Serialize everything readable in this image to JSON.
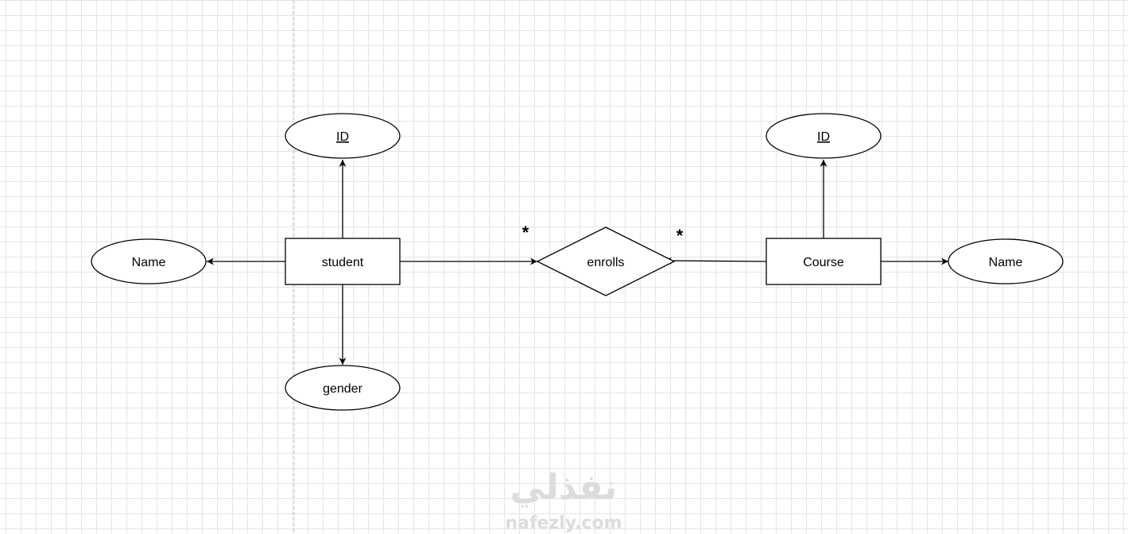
{
  "diagram": {
    "entities": {
      "student": "student",
      "course": "Course"
    },
    "relationship": "enrolls",
    "attributes": {
      "student_id": "ID",
      "student_name": "Name",
      "student_gender": "gender",
      "course_id": "ID",
      "course_name": "Name"
    },
    "multiplicity": {
      "student_side": "*",
      "course_side": "*"
    }
  },
  "watermark": {
    "arabic": "نفذلي",
    "latin": "nafezly.com"
  },
  "colors": {
    "stroke": "#000000",
    "fill": "#ffffff",
    "grid": "#e4e4e4",
    "guide": "#bdbdbd",
    "watermark": "#dcdcdc"
  }
}
